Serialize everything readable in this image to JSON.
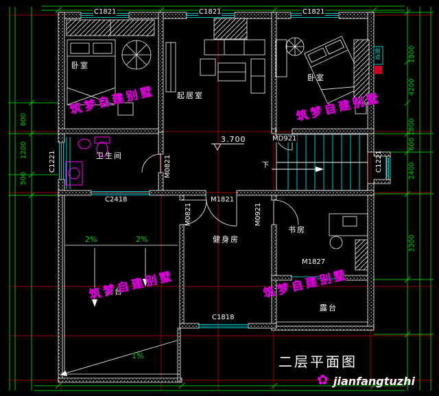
{
  "drawing": {
    "title": "二层平面图",
    "level_mark": "3.700",
    "stairs_down": "下"
  },
  "rooms": {
    "bedroom_left": "卧室",
    "living_room": "起居室",
    "bedroom_right": "卧室",
    "bathroom": "卫生间",
    "gym": "健身房",
    "study": "书房",
    "terrace_left": "露台",
    "terrace_right": "露台",
    "flue": "烟道"
  },
  "openings": {
    "window_top_left": "C1821",
    "window_top_middle": "C1821",
    "window_top_right": "C1821",
    "window_left": "C1221",
    "window_right": "C1221",
    "window_bath_terrace": "C2418",
    "window_gym_south": "C1818",
    "door_stair": "MD921",
    "door_bathroom": "M0821",
    "door_terrace_gym": "M0821",
    "door_gym": "M1821",
    "door_study": "M0921",
    "door_study_terrace": "M1827"
  },
  "slopes": {
    "terrace_left_a": "2%",
    "terrace_left_b": "2%",
    "terrace_bottom": "1%"
  },
  "dimensions": {
    "right": [
      "1800",
      "4200",
      "1800",
      "600",
      "2400",
      "3300"
    ],
    "left": [
      "600",
      "1200",
      "500"
    ]
  },
  "watermark": "筑梦自建别墅",
  "brand": {
    "name": "jianfangtuzhi"
  },
  "colors": {
    "background": "#000000",
    "walls": "#ffffff",
    "dimensions": "#00bf00",
    "axes": "#9e0000",
    "windows": "#00cccc",
    "fixtures": "#ff00ff",
    "watermark": "#dd00dd"
  }
}
